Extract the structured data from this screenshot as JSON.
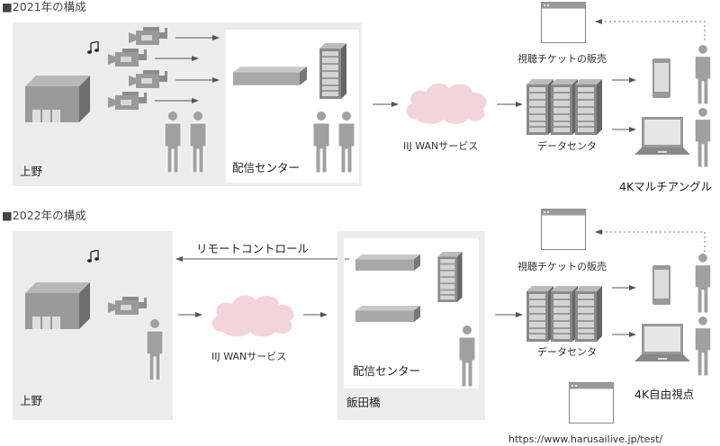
{
  "section_2021": {
    "title": "■2021年の構成",
    "venue_label": "上野",
    "center_label": "配信センター",
    "wan_label": "IIJ WANサービス",
    "datacenter_label": "データセンタ",
    "ticket_label": "視聴チケットの販売",
    "feature_label": "4Kマルチアングル"
  },
  "section_2022": {
    "title": "■2022年の構成",
    "venue_label": "上野",
    "remote_label": "リモートコントロール",
    "wan_label": "IIJ WANサービス",
    "center_label": "配信センター",
    "site_label": "飯田橋",
    "datacenter_label": "データセンタ",
    "ticket_label": "視聴チケットの販売",
    "feature_label": "4K自由視点",
    "url": "https://www.harusailive.jp/test/"
  },
  "colors": {
    "panel": "#ececec",
    "cloud": "#f2d4da",
    "icon": "#9a9a9a"
  }
}
